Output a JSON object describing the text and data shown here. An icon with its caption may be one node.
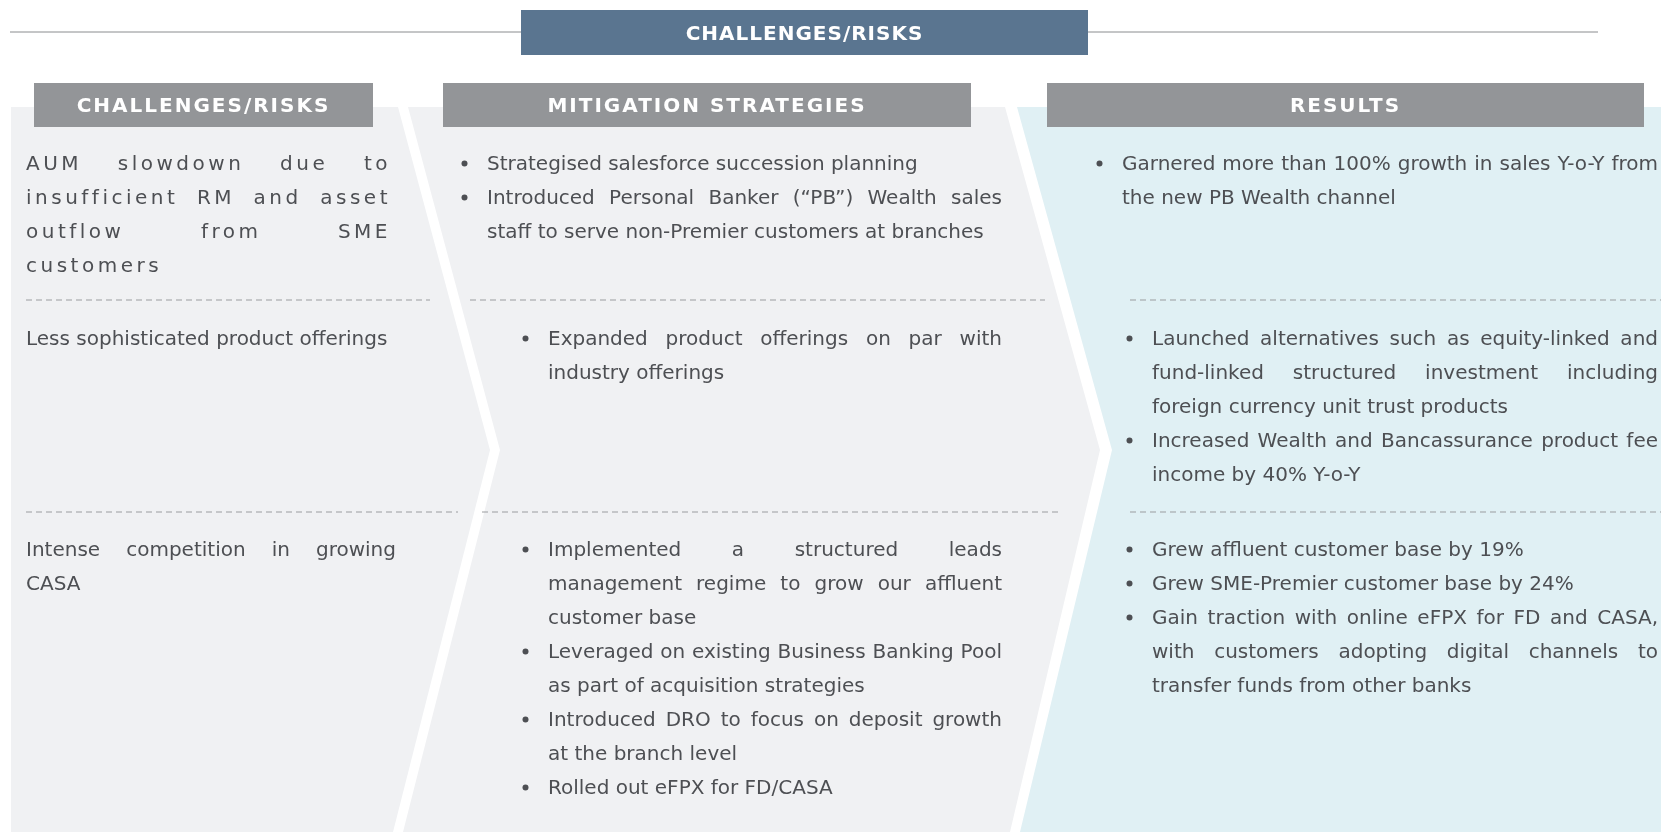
{
  "diagram": {
    "nodes": [
      {
        "text": [
          "CHALLENGES/RISKS"
        ]
      },
      {
        "text": [
          "CHALLENGES/RISKS"
        ]
      },
      {
        "text": [
          "MITIGATION STRATEGIES"
        ]
      },
      {
        "text": [
          "RESULTS"
        ]
      }
    ],
    "labels": [
      "AUM slowdown due to insufficient RM and asset outflow from SME customers",
      "Strategised salesforce succession planning",
      "Introduced Personal Banker (“PB”) Wealth sales staff to serve non-Premier customers at branches",
      "Garnered more than 100% growth in sales Y-o-Y from the new PB Wealth channel",
      "Less sophisticated product offerings",
      "Expanded product offerings on par with industry offerings",
      "Launched alternatives such as equity-linked and fund-linked structured investment including foreign currency unit trust products",
      "Increased Wealth and Bancassurance product fee income by 40% Y-o-Y",
      "Intense competition in growing CASA",
      "Implemented a structured leads management regime to grow our affluent customer base",
      "Leveraged on existing Business Banking Pool as part of acquisition strategies",
      "Introduced DRO to focus on deposit growth at the branch level",
      "Rolled out eFPX for FD/CASA",
      "Grew affluent customer base by 19%",
      "Grew SME-Premier customer base by 24%",
      "Gain traction with online eFPX for FD and CASA, with customers adopting digital channels to transfer funds from other banks"
    ]
  }
}
